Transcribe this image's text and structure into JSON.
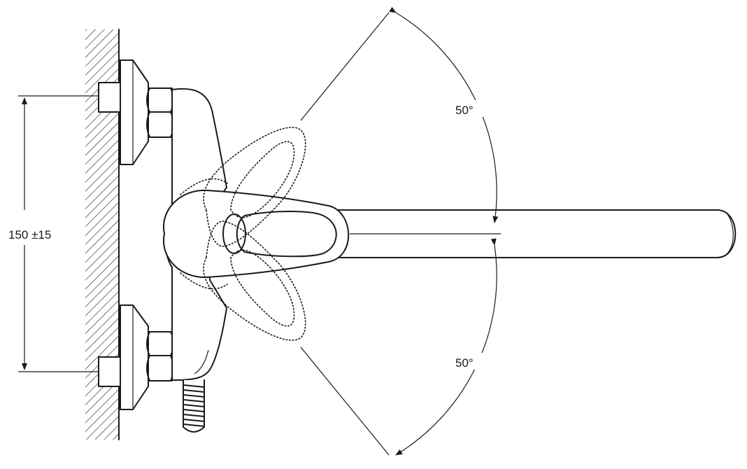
{
  "dimensions": {
    "spacing_label": "150 ±15",
    "angle_upper_label": "50°",
    "angle_lower_label": "50°"
  }
}
